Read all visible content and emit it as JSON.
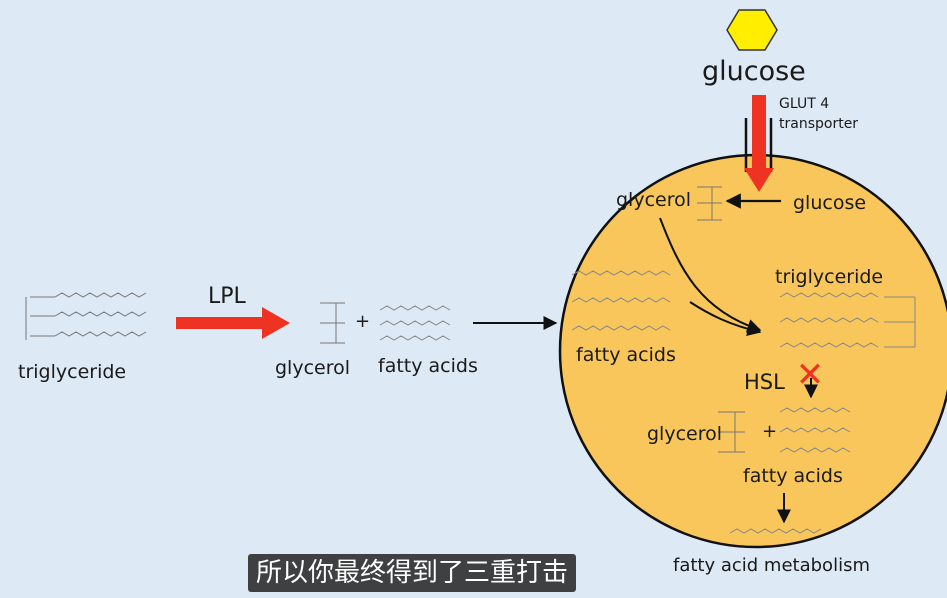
{
  "top": {
    "glucose_label": "glucose",
    "glut4_label_line1": "GLUT 4",
    "glut4_label_line2": "transporter"
  },
  "left": {
    "triglyceride_label": "triglyceride",
    "lpl_label": "LPL",
    "glycerol_label": "glycerol",
    "plus_sign": "+",
    "fatty_acids_label": "fatty acids"
  },
  "cell": {
    "glycerol_label": "glycerol",
    "glucose_label": "glucose",
    "triglyceride_label": "triglyceride",
    "fatty_acids_label": "fatty acids",
    "hsl_label": "HSL",
    "glycerol_bottom_label": "glycerol",
    "plus_sign": "+",
    "fatty_acids_bottom_label": "fatty acids",
    "blocked_mark": "✕"
  },
  "bottom": {
    "metabolism_label": "fatty acid metabolism"
  },
  "subtitle": {
    "text": "所以你最终得到了三重打击"
  },
  "colors": {
    "background": "#dde9f5",
    "cell_fill": "#f8c65a",
    "cell_stroke": "#111111",
    "hexagon_fill": "#ffee00",
    "red_arrow": "#ee3322"
  }
}
